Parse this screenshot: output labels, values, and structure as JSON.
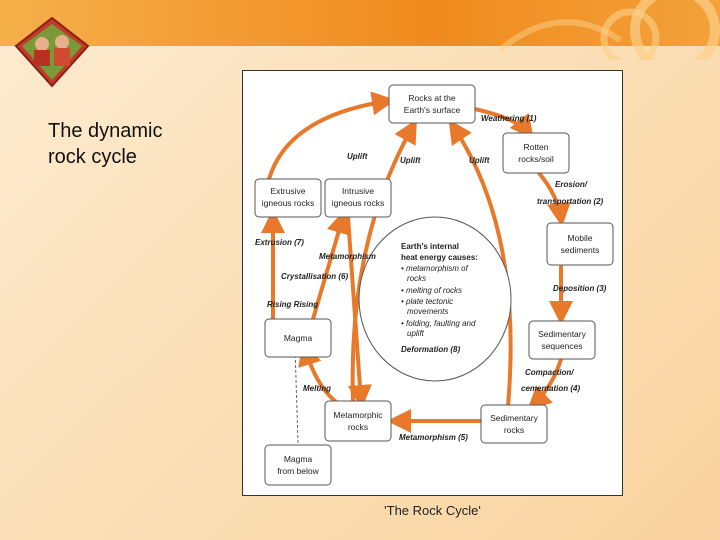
{
  "slide": {
    "title_line1": "The dynamic",
    "title_line2": "rock cycle",
    "caption": "'The Rock Cycle'"
  },
  "colors": {
    "accent": "#f08a1e",
    "arrow": "#e8792a",
    "box_border": "#555555"
  },
  "diagram": {
    "nodes": {
      "rocks_surface_1": "Rocks at the",
      "rocks_surface_2": "Earth's surface",
      "rotten_1": "Rotten",
      "rotten_2": "rocks/soil",
      "extrusive_1": "Extrusive",
      "extrusive_2": "igneous rocks",
      "intrusive_1": "Intrusive",
      "intrusive_2": "igneous rocks",
      "mobile_1": "Mobile",
      "mobile_2": "sediments",
      "sedseq_1": "Sedimentary",
      "sedseq_2": "sequences",
      "magma": "Magma",
      "meta_1": "Metamorphic",
      "meta_2": "rocks",
      "sedrocks_1": "Sedimentary",
      "sedrocks_2": "rocks",
      "magma_below_1": "Magma",
      "magma_below_2": "from below"
    },
    "process_labels": {
      "weathering": "Weathering (1)",
      "uplift_left": "Uplift",
      "uplift_mid": "Uplift",
      "uplift_right": "Uplift",
      "erosion_1": "Erosion/",
      "erosion_2": "transportation (2)",
      "extrusion": "Extrusion (7)",
      "metamorphism_upper": "Metamorphism",
      "crystallisation": "Crystallisation (6)",
      "rising": "Rising  Rising",
      "deposition": "Deposition (3)",
      "melting": "Melting",
      "compaction_1": "Compaction/",
      "compaction_2": "cementation (4)",
      "metamorphism_lower": "Metamorphism (5)"
    },
    "centre_text": {
      "line1": "Earth's internal",
      "line2": "heat energy causes:",
      "line3": "• metamorphism of",
      "line4": "rocks",
      "line5": "• melting of rocks",
      "line6": "• plate tectonic",
      "line7": "movements",
      "line8": "• folding, faulting and",
      "line9": "uplift",
      "line10": "Deformation (8)"
    }
  }
}
